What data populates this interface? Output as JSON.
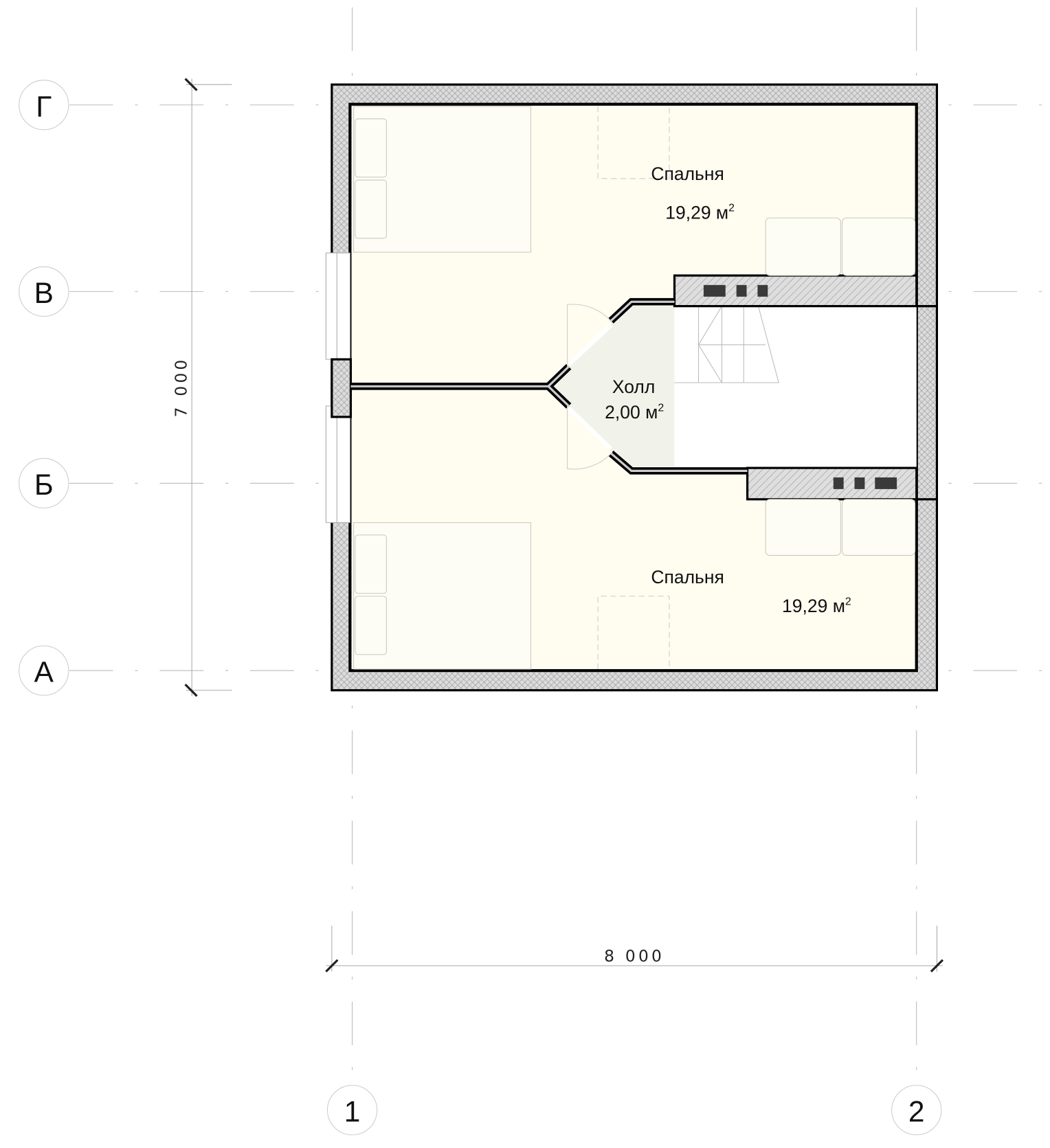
{
  "plan": {
    "axes_rows": [
      "Г",
      "В",
      "Б",
      "А"
    ],
    "axes_cols": [
      "1",
      "2"
    ],
    "dimensions": {
      "vertical": "7 000",
      "horizontal": "8 000"
    },
    "rooms": [
      {
        "name": "Спальня",
        "area": "19,29 м",
        "sup": "2"
      },
      {
        "name": "Холл",
        "area": "2,00 м",
        "sup": "2"
      },
      {
        "name": "Спальня",
        "area": "19,29 м",
        "sup": "2"
      }
    ],
    "colors": {
      "floor": "#fffcf0",
      "hall": "#f1f2e9",
      "wall": "#dcdcdc",
      "outline": "#000000"
    }
  }
}
